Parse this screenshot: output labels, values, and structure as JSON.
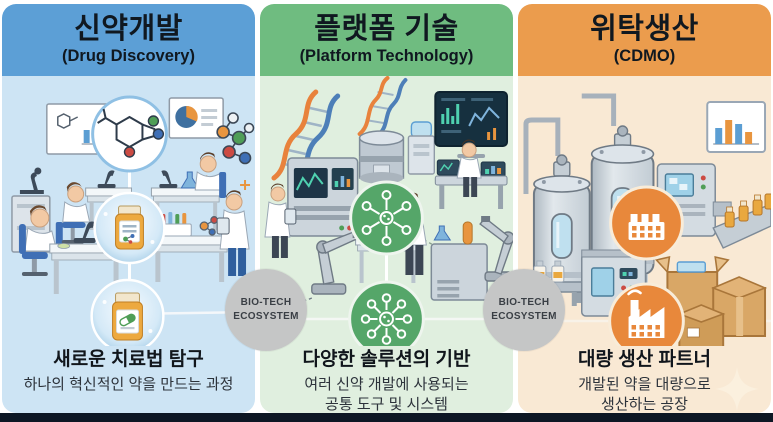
{
  "panels": [
    {
      "id": "drug-discovery",
      "title": "신약개발",
      "subtitle": "(Drug Discovery)",
      "header_color": "#5c9fd6",
      "body_color": "#cde4f4",
      "caption_title": "새로운 치료법 탐구",
      "caption_lines": [
        "하나의 혁신적인 약을 만드는 과정"
      ]
    },
    {
      "id": "platform-technology",
      "title": "플랫폼 기술",
      "subtitle": "(Platform Technology)",
      "header_color": "#6fbc80",
      "body_color": "#e0efdf",
      "caption_title": "다양한 솔루션의 기반",
      "caption_lines": [
        "여러 신약 개발에 사용되는",
        "공통 도구 및 시스템"
      ]
    },
    {
      "id": "cdmo",
      "title": "위탁생산",
      "subtitle": "(CDMO)",
      "header_color": "#eb9c4d",
      "body_color": "#f9e9d4",
      "caption_title": "대량 생산 파트너",
      "caption_lines": [
        "개발된 약을 대량으로",
        "생산하는 공장"
      ]
    }
  ],
  "badge": {
    "line1": "BIO-TECH",
    "line2": "ECOSYSTEM",
    "color": "#c5c6c6"
  },
  "colors": {
    "footer_bar": "#0d1724",
    "node_green": "#55a669",
    "node_orange": "#e8883b",
    "accent_blue": "#5b9ed3",
    "accent_orange": "#e8953f"
  }
}
